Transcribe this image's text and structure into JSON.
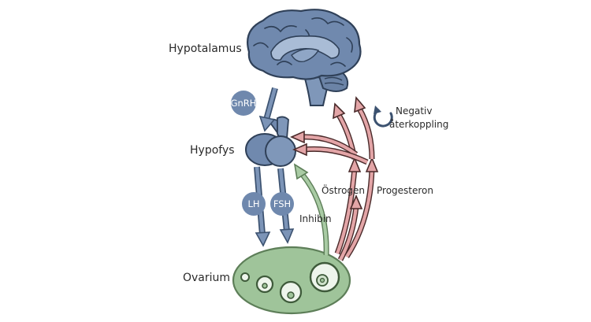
{
  "labels": {
    "hypothalamus": "Hypotalamus",
    "pituitary": "Hypofys",
    "ovary": "Ovarium",
    "estrogen": "Östrogen",
    "progesterone": "Progesteron",
    "inhibin": "Inhibin",
    "feedback_line1": "Negativ",
    "feedback_line2": "återkoppling"
  },
  "badges": {
    "gnrh": "GnRH",
    "lh": "LH",
    "fsh": "FSH"
  },
  "colors": {
    "blue": "#6f88ad",
    "blue_dark": "#34495f",
    "red": "#d9878a",
    "red_dark": "#4a2a2a",
    "green_fill": "#9fc49a",
    "green_stroke": "#5d7e58",
    "green_arrow": "#8bb487"
  }
}
